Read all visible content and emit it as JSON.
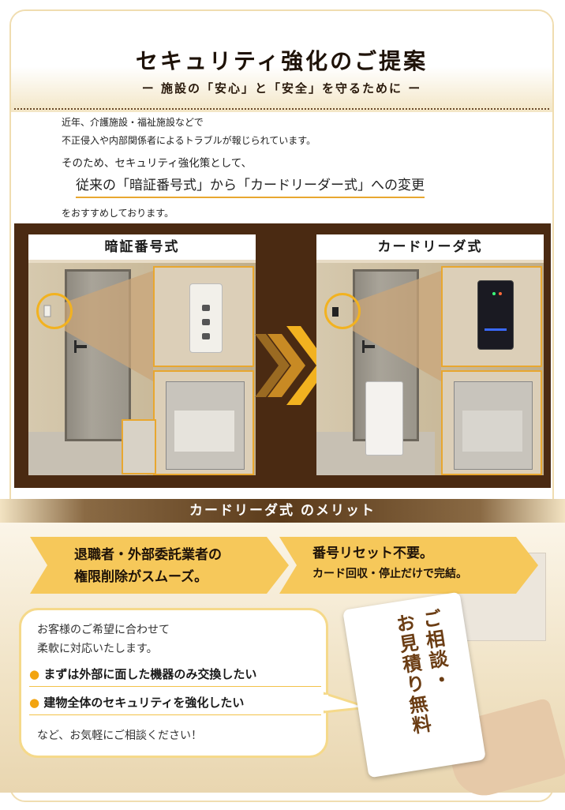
{
  "title": "セキュリティ強化のご提案",
  "subtitle": "ー 施設の「安心」と「安全」を守るために ー",
  "intro": {
    "line1": "近年、介護施設・福祉施設などで",
    "line2": "不正侵入や内部関係者によるトラブルが報じられています。",
    "line3": "そのため、セキュリティ強化策として、",
    "highlight": "従来の「暗証番号式」から「カードリーダー式」への変更",
    "line4": "をおすすめしております。"
  },
  "comparison": {
    "left_label": "暗証番号式",
    "right_label": "カードリーダ式"
  },
  "merits": {
    "heading": "カードリーダ式 のメリット",
    "item1_line1": "退職者・外部委託業者の",
    "item1_line2": "権限削除がスムーズ。",
    "item2_line1": "番号リセット不要。",
    "item2_line2": "カード回収・停止だけで完結。"
  },
  "bubble": {
    "line1": "お客様のご希望に合わせて",
    "line2": "柔軟に対応いたします。",
    "bullet1": "まずは外部に面した機器のみ交換したい",
    "bullet2": "建物全体のセキュリティを強化したい",
    "closing": "など、お気軽にご相談ください！"
  },
  "card": {
    "col1": "ご相談・",
    "col2": "お見積り無料"
  },
  "colors": {
    "accent": "#f2b220",
    "brown": "#4a2a12",
    "cream": "#f3e6c6"
  }
}
